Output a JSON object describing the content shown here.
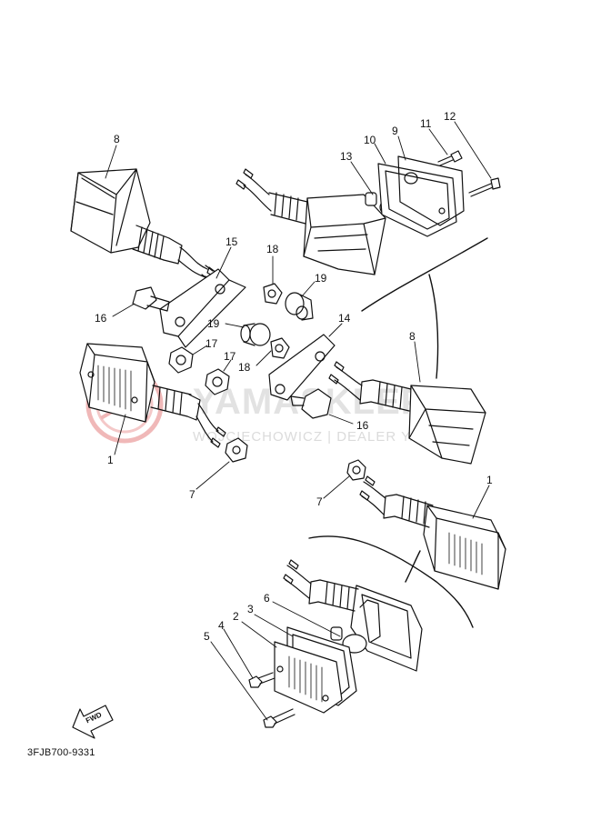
{
  "diagram_code": "3FJB700-9331",
  "fwd_label": "FWD",
  "watermark": {
    "text": "YAMASKLEP.PL",
    "subtext": "WOJCIECHOWICZ | DEALER YAMAHA",
    "logo_icon": "yamaha-tuning-fork-logo-icon",
    "color": "#e8a0a0"
  },
  "labels": [
    {
      "id": "8a",
      "text": "8"
    },
    {
      "id": "15",
      "text": "15"
    },
    {
      "id": "18a",
      "text": "18"
    },
    {
      "id": "19a",
      "text": "19"
    },
    {
      "id": "16a",
      "text": "16"
    },
    {
      "id": "19b",
      "text": "19"
    },
    {
      "id": "17a",
      "text": "17"
    },
    {
      "id": "17b",
      "text": "17"
    },
    {
      "id": "18b",
      "text": "18"
    },
    {
      "id": "14",
      "text": "14"
    },
    {
      "id": "8b",
      "text": "8"
    },
    {
      "id": "1a",
      "text": "1"
    },
    {
      "id": "16b",
      "text": "16"
    },
    {
      "id": "7a",
      "text": "7"
    },
    {
      "id": "7b",
      "text": "7"
    },
    {
      "id": "1b",
      "text": "1"
    },
    {
      "id": "6",
      "text": "6"
    },
    {
      "id": "3",
      "text": "3"
    },
    {
      "id": "2",
      "text": "2"
    },
    {
      "id": "4",
      "text": "4"
    },
    {
      "id": "5",
      "text": "5"
    },
    {
      "id": "13",
      "text": "13"
    },
    {
      "id": "10",
      "text": "10"
    },
    {
      "id": "9",
      "text": "9"
    },
    {
      "id": "11",
      "text": "11"
    },
    {
      "id": "12",
      "text": "12"
    }
  ]
}
